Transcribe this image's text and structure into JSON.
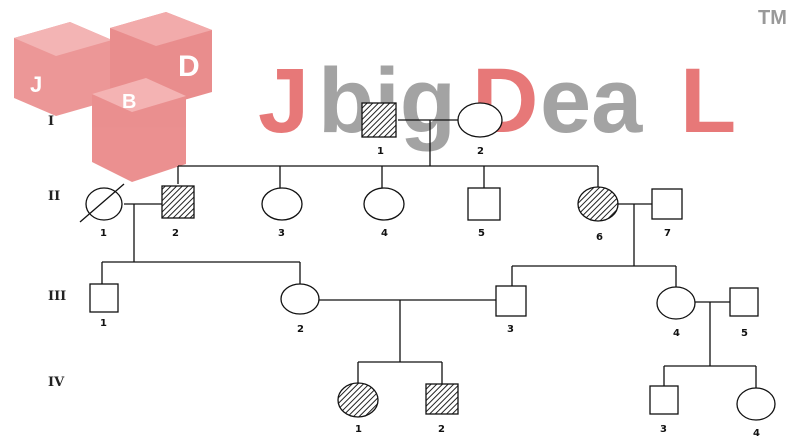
{
  "watermark": {
    "text_j": "J",
    "text_big": "big",
    "text_d": "D",
    "text_ea": "ea",
    "text_l": "L",
    "tm": "TM",
    "dice_letters": [
      "J",
      "D",
      "B"
    ],
    "colors": {
      "red": "#e56a6a",
      "gray": "#9a9a9a",
      "dice": "#e88080"
    }
  },
  "generations": [
    "I",
    "II",
    "III",
    "IV"
  ],
  "individuals": {
    "I-1": "1",
    "I-2": "2",
    "II-1": "1",
    "II-2": "2",
    "II-3": "3",
    "II-4": "4",
    "II-5": "5",
    "II-6": "6",
    "II-7": "7",
    "III-1": "1",
    "III-2": "2",
    "III-3": "3",
    "III-4": "4",
    "III-5": "5",
    "IV-1": "1",
    "IV-2": "2",
    "IV-3": "3",
    "IV-4": "4"
  }
}
